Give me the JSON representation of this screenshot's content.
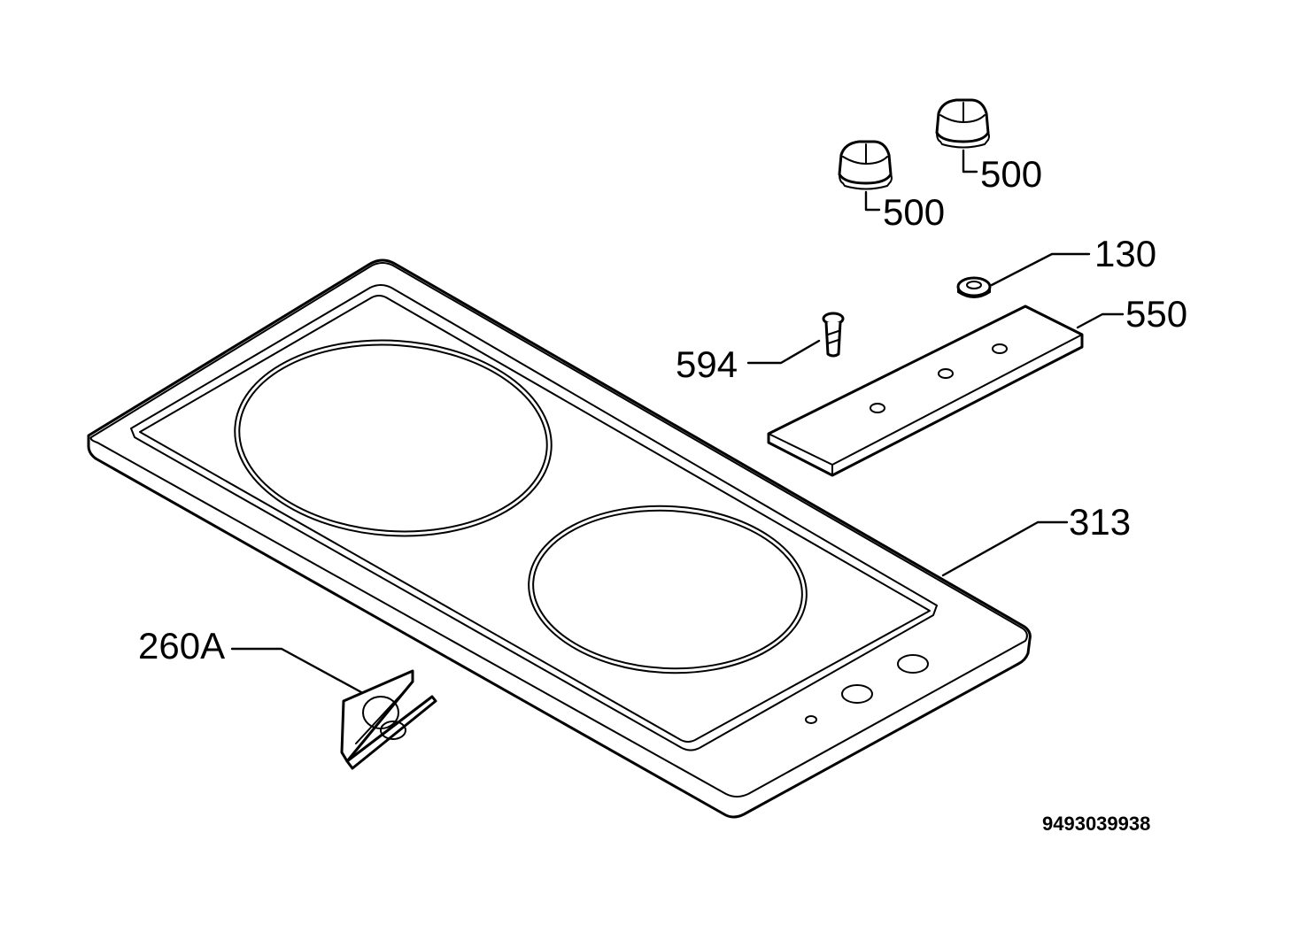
{
  "callouts": {
    "knob_a": "500",
    "knob_b": "500",
    "nut": "130",
    "bracket": "550",
    "screw": "594",
    "hob": "313",
    "clip": "260A"
  },
  "document_number": "9493039938",
  "colors": {
    "line": "#000000",
    "background": "#ffffff"
  }
}
